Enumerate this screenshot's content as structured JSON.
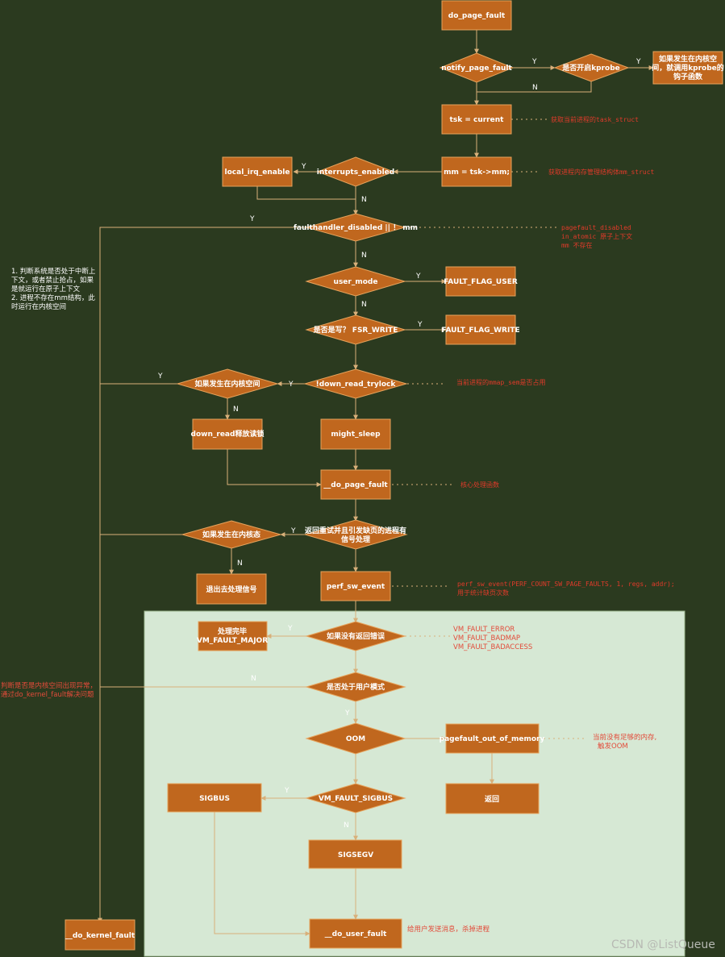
{
  "colors": {
    "background": "#2b3a1f",
    "node_fill": "#c0671e",
    "node_stroke": "#e6a35c",
    "edge": "#d8b07a",
    "panel": "#d6e8d4",
    "annotation_red": "#e03a2a"
  },
  "nodes": {
    "do_page_fault": "do_page_fault",
    "notify_page_fault": "notify_page_fault",
    "kprobe_q": "是否开启kprobe",
    "kprobe_hook_1": "如果发生在内核空",
    "kprobe_hook_2": "间，就调用kprobe的",
    "kprobe_hook_3": "钩子函数",
    "tsk_current": "tsk = current",
    "mm_assign": "mm  = tsk->mm;",
    "interrupts_enabled": "interrupts_enabled",
    "local_irq_enable": "local_irq_enable",
    "faulthandler": "faulthandler_disabled || ！ mm",
    "user_mode": "user_mode",
    "fault_flag_user": "FAULT_FLAG_USER",
    "fsr_write_q": "是否是写？ FSR_WRITE",
    "fault_flag_write": "FAULT_FLAG_WRITE",
    "down_read_trylock": "!down_read_trylock",
    "kernel_space_q": "如果发生在内核空间",
    "down_read_release": "down_read释放读锁",
    "might_sleep": "might_sleep",
    "__do_page_fault": "__do_page_fault",
    "retry_q_1": "返回重试并且引发缺页的进程有",
    "retry_q_2": "信号处理",
    "kernel_state_q": "如果发生在内核态",
    "exit_signal": "退出去处理信号",
    "perf_sw_event": "perf_sw_event",
    "no_error_q": "如果没有返回错误",
    "done_major_1": "处理完毕",
    "done_major_2": "VM_FAULT_MAJOR",
    "user_mode_q": "是否处于用户模式",
    "oom": "OOM",
    "pagefault_oom": "pagefault_out_of_memory",
    "return": "返回",
    "vm_fault_sigbus": "VM_FAULT_SIGBUS",
    "sigbus": "SIGBUS",
    "sigsegv": "SIGSEGV",
    "__do_user_fault": "__do_user_fault",
    "__do_kernel_fault": "__do_kernel_fault"
  },
  "edge_labels": {
    "y": "Y",
    "n": "N"
  },
  "annotations": {
    "tsk": "获取当前进程的task_struct",
    "mm": "获取进程内存管理结构体mm_struct",
    "pagefault_1": "pagefault_disabled",
    "pagefault_2": "in_atomic 原子上下文",
    "pagefault_3": "mm 不存在",
    "mmap_sem": "当前进程的mmap_sem是否占用",
    "core": "核心处理函数",
    "perf_1": "perf_sw_event(PERF_COUNT_SW_PAGE_FAULTS, 1, regs, addr);",
    "perf_2": "用于统计缺页次数",
    "vm_errors_1": "VM_FAULT_ERROR",
    "vm_errors_2": "VM_FAULT_BADMAP",
    "vm_errors_3": "VM_FAULT_BADACCESS",
    "oom_note_1": "当前没有足够的内存,",
    "oom_note_2": "触发OOM",
    "user_fault_note": "给用户发送消息，杀掉进程",
    "kernel_fault_note_1": "判断是否是内核空间出现异常，",
    "kernel_fault_note_2": "通过do_kernel_fault解决问题",
    "left_note_1": "1. 判断系统是否处于中断上",
    "left_note_2": "下文，或者禁止抢占，如果",
    "left_note_3": "是就运行在原子上下文",
    "left_note_4": "2. 进程不存在mm结构，此",
    "left_note_5": "时运行在内核空间"
  },
  "watermark": "CSDN @ListQueue"
}
